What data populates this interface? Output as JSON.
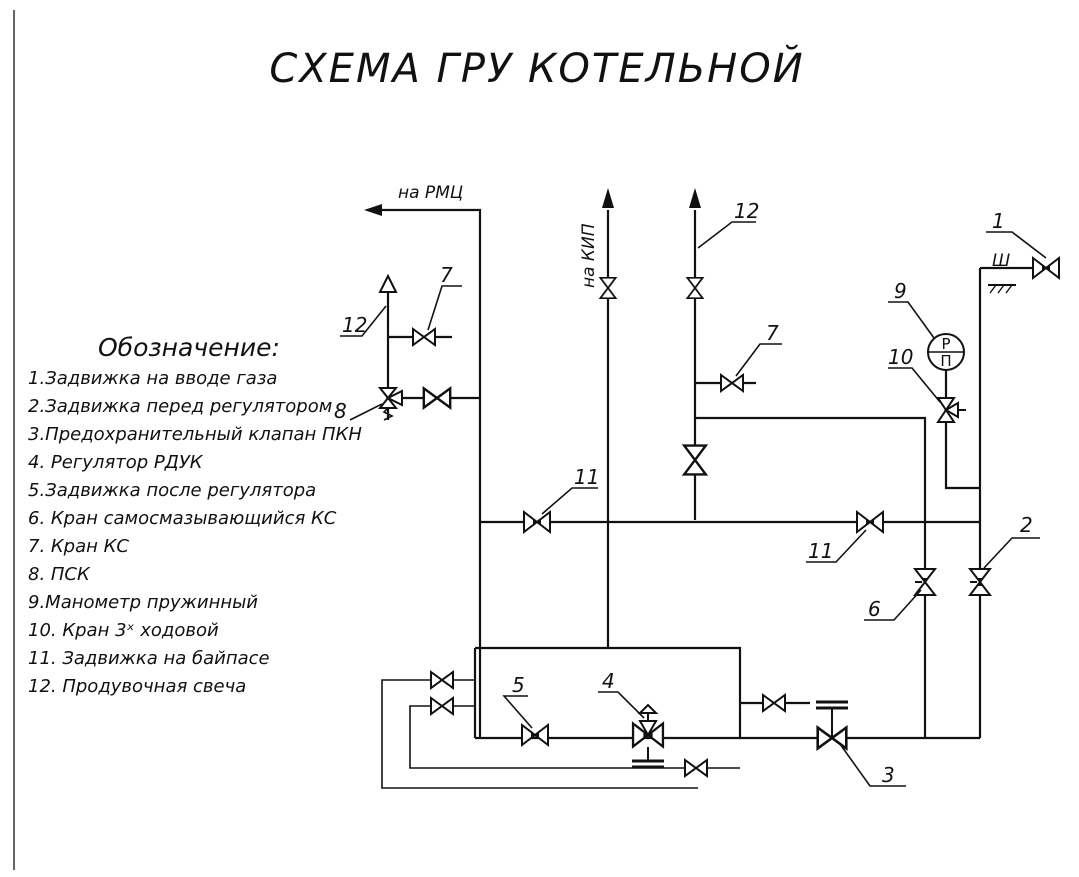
{
  "title": "СХЕМА ГРУ КОТЕЛЬНОЙ",
  "legend": {
    "heading": "Обозначение:",
    "items": [
      "1.Задвижка на вводе газа",
      "2.Задвижка перед регулятором",
      "3.Предохранительный клапан ПКН",
      "4. Регулятор РДУК",
      "5.Задвижка после регулятора",
      "6. Кран самосмазывающийся КС",
      "7. Кран КС",
      "8. ПСК",
      "9.Манометр пружинный",
      "10. Кран 3ˣ ходовой",
      "11. Задвижка на байпасе",
      "12. Продувочная свеча"
    ]
  },
  "labels": {
    "rmc": "на РМЦ",
    "kip": "на КИП",
    "gauge_top": "Р",
    "gauge_bottom": "П",
    "wall": "Ш"
  },
  "callouts": {
    "n1": "1",
    "n2": "2",
    "n3": "3",
    "n4": "4",
    "n5": "5",
    "n6": "6",
    "n7a": "7",
    "n7b": "7",
    "n8": "8",
    "n9": "9",
    "n10": "10",
    "n11a": "11",
    "n11b": "11",
    "n12a": "12",
    "n12b": "12"
  }
}
